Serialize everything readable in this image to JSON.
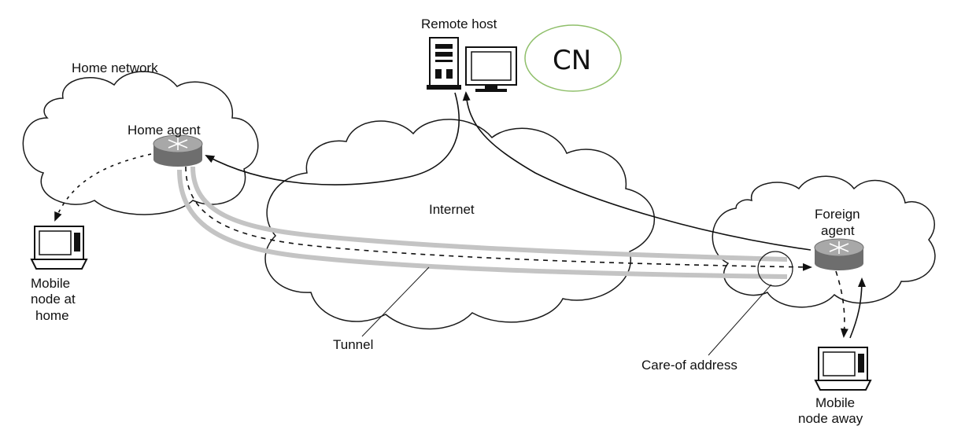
{
  "labels": {
    "home_network": "Home network",
    "home_agent": "Home agent",
    "remote_host": "Remote host",
    "cn": "CN",
    "internet": "Internet",
    "foreign_agent_line1": "Foreign",
    "foreign_agent_line2": "agent",
    "mobile_home_line1": "Mobile",
    "mobile_home_line2": "node at",
    "mobile_home_line3": "home",
    "tunnel": "Tunnel",
    "care_of_address": "Care-of address",
    "mobile_away_line1": "Mobile",
    "mobile_away_line2": "node away"
  },
  "colors": {
    "cloud_stroke": "#1a1a1a",
    "tunnel": "#c4c4c4",
    "router_body": "#a8a8a8",
    "router_rim": "#6e6e6e",
    "cn_circle": "#8fbf6a",
    "arrow": "#111111"
  },
  "icons": [
    "router-icon",
    "laptop-icon",
    "server-tower-icon",
    "monitor-icon"
  ]
}
